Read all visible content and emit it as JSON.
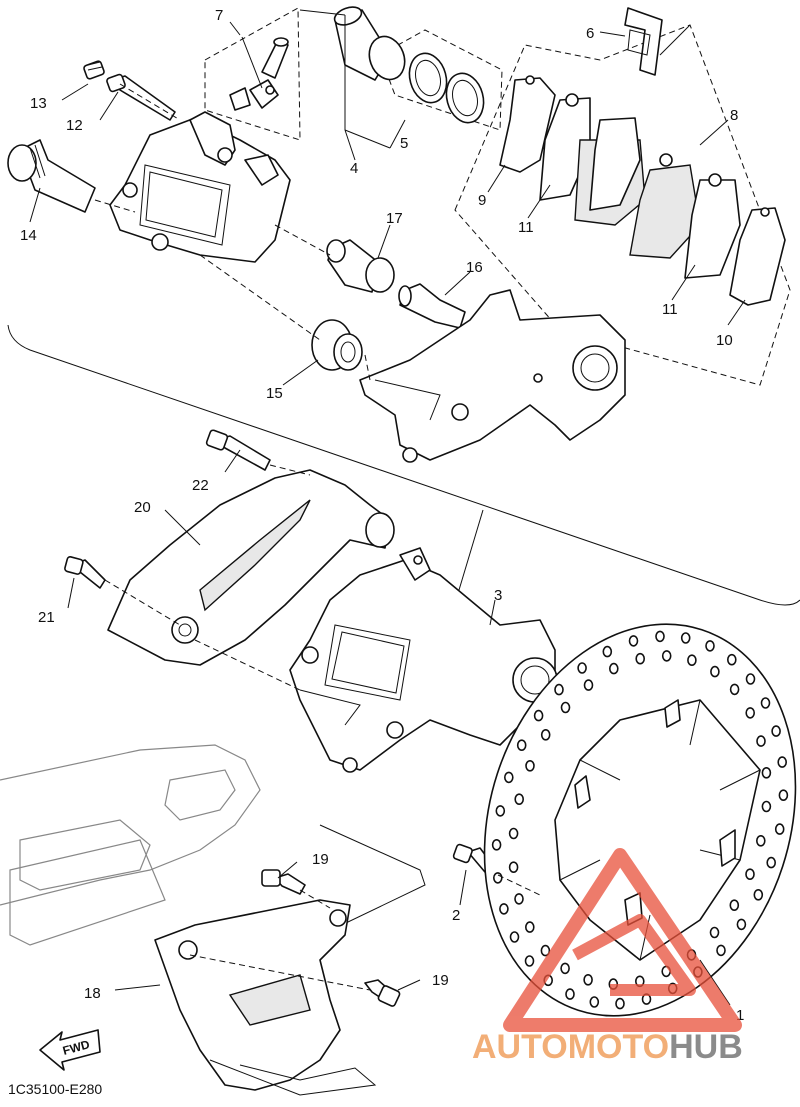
{
  "diagram": {
    "drawing_code": "1C35100-E280",
    "fwd_label": "FWD",
    "callouts": {
      "p1": "1",
      "p2": "2",
      "p3": "3",
      "p4": "4",
      "p5": "5",
      "p6": "6",
      "p7": "7",
      "p8": "8",
      "p9": "9",
      "p10": "10",
      "p11a": "11",
      "p11b": "11",
      "p12": "12",
      "p13": "13",
      "p14": "14",
      "p15": "15",
      "p16": "16",
      "p17": "17",
      "p18": "18",
      "p19a": "19",
      "p19b": "19",
      "p20": "20",
      "p21": "21",
      "p22": "22"
    }
  },
  "watermark": {
    "part1": "AUTO",
    "part2": "MOTO",
    "part3": "HUB",
    "color_primary": "#e8503a",
    "color_secondary": "#777777"
  }
}
